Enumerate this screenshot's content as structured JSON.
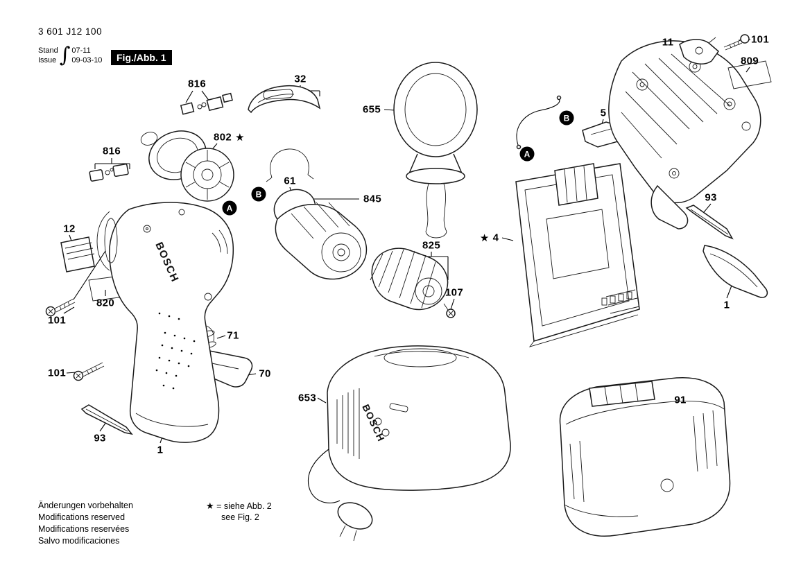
{
  "meta": {
    "part_number": "3 601 J12 100",
    "stand_label": "Stand",
    "issue_label": "Issue",
    "stand_value": "07-11",
    "issue_value": "09-03-10",
    "brace": "∫",
    "figure_label": "Fig./Abb. 1"
  },
  "brand": "BOSCH",
  "connector_labels": {
    "a": "A",
    "b": "B"
  },
  "legend": {
    "star": "★",
    "line1": "= siehe Abb. 2",
    "line2": "see Fig. 2"
  },
  "footer": {
    "line1": "Änderungen vorbehalten",
    "line2": "Modifications reserved",
    "line3": "Modifications reservées",
    "line4": "Salvo modificaciones"
  },
  "callouts": {
    "p816_upper": "816",
    "p32": "32",
    "p802": "802",
    "p816_left": "816",
    "p655": "655",
    "p11": "11",
    "p101_top_right": "101",
    "p809": "809",
    "p5": "5",
    "p61": "61",
    "p845": "845",
    "p825": "825",
    "p107": "107",
    "p4": "4",
    "p93_right": "93",
    "p1_right": "1",
    "p12": "12",
    "p101_upper_left": "101",
    "p820": "820",
    "p71": "71",
    "p70": "70",
    "p101_lower_left": "101",
    "p93_left": "93",
    "p1_left": "1",
    "p653": "653",
    "p91": "91"
  }
}
